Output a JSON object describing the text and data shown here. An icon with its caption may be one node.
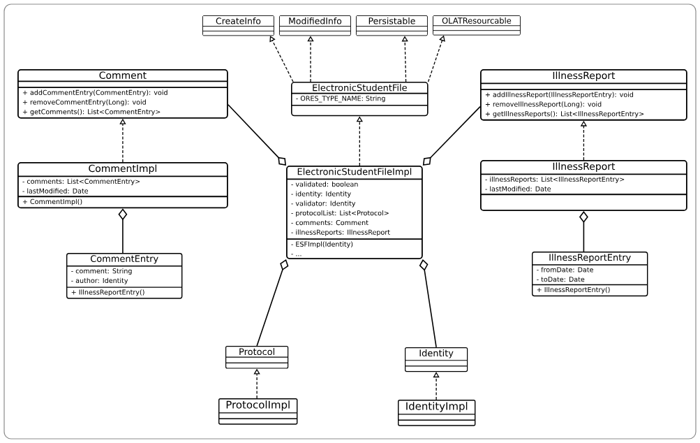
{
  "diagram": {
    "nodes": [
      {
        "text": [
          "CreateInfo"
        ]
      },
      {
        "text": [
          "ModifiedInfo"
        ]
      },
      {
        "text": [
          "Persistable"
        ]
      },
      {
        "text": [
          "OLATResourcable"
        ]
      },
      {
        "text": [
          "ElectronicStudentFile",
          "- ORES_TYPE_NAME: String"
        ]
      },
      {
        "text": [
          "Comment",
          "+ addCommentEntry(CommentEntry): void",
          "+ removeCommentEntry(Long): void",
          "+ getComments(): List<CommentEntry>"
        ]
      },
      {
        "text": [
          "IllnessReport",
          "+ addIllnessReport(IllnessReportEntry): void",
          "+ removeIllnessReport(Long): void",
          "+ getIllnessReports(): List<IllnessReportEntry>"
        ]
      },
      {
        "text": [
          "CommentImpl",
          "- comments: List<CommentEntry>",
          "- lastModified: Date",
          "+ CommentImpl()"
        ]
      },
      {
        "text": [
          "ElectronicStudentFileImpl",
          "- validated: boolean",
          "- identity: Identity",
          "- validator: Identity",
          "- protocolList: List<Protocol>",
          "- comments: Comment",
          "- illnessReports: IllnessReport",
          "- ESFImpl(Identity)",
          "- ..."
        ]
      },
      {
        "text": [
          "IllnessReport",
          "- illnessReports: List<IllnessReportEntry>",
          "- lastModified: Date"
        ]
      },
      {
        "text": [
          "CommentEntry",
          "- comment: String",
          "- author: Identity",
          "+ IllnessReportEntry()"
        ]
      },
      {
        "text": [
          "IllnessReportEntry",
          "- fromDate: Date",
          "- toDate: Date",
          "+ IllnessReportEntry()"
        ]
      },
      {
        "text": [
          "Protocol"
        ]
      },
      {
        "text": [
          "Identity"
        ]
      },
      {
        "text": [
          "ProtocolImpl"
        ]
      },
      {
        "text": [
          "IdentityImpl"
        ]
      }
    ],
    "edges": [
      {
        "from": 4,
        "to": 0,
        "arrow": "to",
        "style": "dashed"
      },
      {
        "from": 4,
        "to": 1,
        "arrow": "to",
        "style": "dashed"
      },
      {
        "from": 4,
        "to": 2,
        "arrow": "to",
        "style": "dashed"
      },
      {
        "from": 4,
        "to": 3,
        "arrow": "to",
        "style": "dashed"
      },
      {
        "from": 5,
        "to": 8,
        "arrow": "other"
      },
      {
        "from": 6,
        "to": 8,
        "arrow": "other"
      },
      {
        "from": 8,
        "to": 4,
        "arrow": "to",
        "style": "dashed"
      },
      {
        "from": 7,
        "to": 5,
        "arrow": "to",
        "style": "dashed"
      },
      {
        "from": 9,
        "to": 6,
        "arrow": "to",
        "style": "dashed"
      },
      {
        "from": 10,
        "to": 7,
        "arrow": "other"
      },
      {
        "from": 11,
        "to": 9,
        "arrow": "other"
      },
      {
        "from": 12,
        "to": 8,
        "arrow": "other"
      },
      {
        "from": 13,
        "to": 8,
        "arrow": "other"
      },
      {
        "from": 14,
        "to": 12,
        "arrow": "to",
        "style": "dashed"
      },
      {
        "from": 15,
        "to": 13,
        "arrow": "to",
        "style": "dashed"
      }
    ]
  }
}
